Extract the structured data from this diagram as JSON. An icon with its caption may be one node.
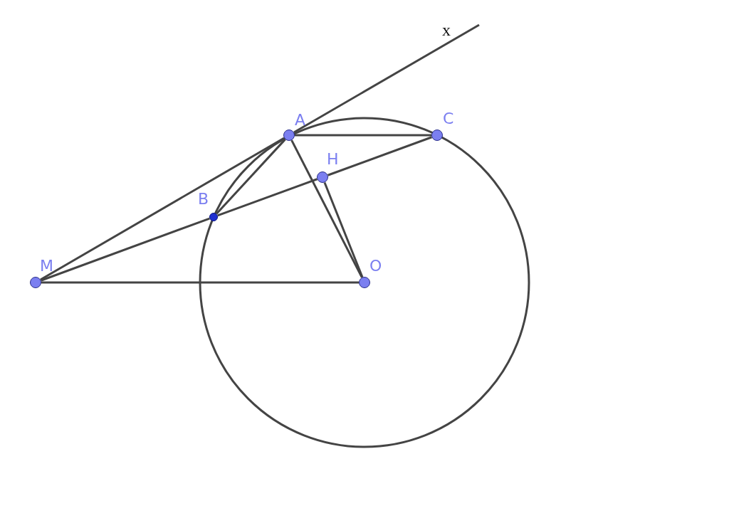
{
  "diagram": {
    "nodes": [
      {
        "text": [
          "A"
        ]
      },
      {
        "text": [
          "C"
        ]
      },
      {
        "text": [
          "H"
        ]
      },
      {
        "text": [
          "B"
        ]
      },
      {
        "text": [
          "M"
        ]
      },
      {
        "text": [
          "O"
        ]
      }
    ],
    "edges": [
      {
        "from": 4,
        "to": 0,
        "arrow": "none"
      },
      {
        "from": 0,
        "to": null,
        "arrow": "none"
      },
      {
        "from": 4,
        "to": 3,
        "arrow": "none"
      },
      {
        "from": 3,
        "to": 2,
        "arrow": "none"
      },
      {
        "from": 2,
        "to": 1,
        "arrow": "none"
      },
      {
        "from": 0,
        "to": 1,
        "arrow": "none"
      },
      {
        "from": 0,
        "to": 3,
        "arrow": "none"
      },
      {
        "from": 0,
        "to": 5,
        "arrow": "none"
      },
      {
        "from": 2,
        "to": 5,
        "arrow": "none"
      },
      {
        "from": 4,
        "to": 5,
        "arrow": "none"
      }
    ],
    "labels": [
      "x"
    ]
  }
}
